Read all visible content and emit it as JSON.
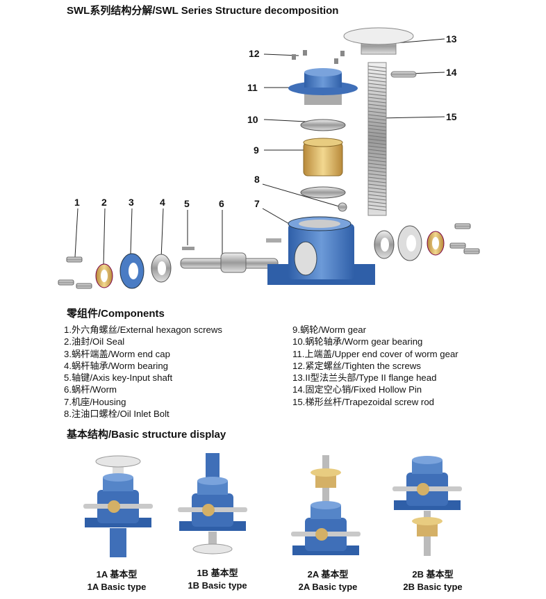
{
  "title": "SWL系列结构分解/SWL Series Structure decomposition",
  "callouts": [
    "1",
    "2",
    "3",
    "4",
    "5",
    "6",
    "7",
    "8",
    "9",
    "10",
    "11",
    "12",
    "13",
    "14",
    "15"
  ],
  "components": {
    "heading": "零组件/Components",
    "left": [
      "1.外六角螺丝/External hexagon screws",
      "2.油封/Oil Seal",
      "3.蜗杆端盖/Worm end cap",
      "4.蜗杆轴承/Worm bearing",
      "5.轴键/Axis key-Input shaft",
      "6.蜗杆/Worm",
      "7.机座/Housing",
      "8.注油口螺栓/Oil Inlet Bolt"
    ],
    "right": [
      "9.蜗轮/Worm gear",
      "10.蜗轮轴承/Worm gear bearing",
      "11.上端盖/Upper end cover of worm gear",
      "12.紧定螺丝/Tighten the screws",
      "13.II型法兰头部/Type II flange head",
      "14.固定空心销/Fixed Hollow Pin",
      "15.梯形丝杆/Trapezoidal screw rod"
    ]
  },
  "basic": {
    "heading": "基本结构/Basic structure display",
    "types": [
      {
        "cn": "1A 基本型",
        "en": "1A Basic type"
      },
      {
        "cn": "1B 基本型",
        "en": "1B Basic type"
      },
      {
        "cn": "2A 基本型",
        "en": "2A Basic type"
      },
      {
        "cn": "2B 基本型",
        "en": "2B Basic type"
      }
    ]
  },
  "colors": {
    "housing": "#3f6fb8",
    "brass": "#d4b066",
    "steel": "#c9c9c9"
  }
}
